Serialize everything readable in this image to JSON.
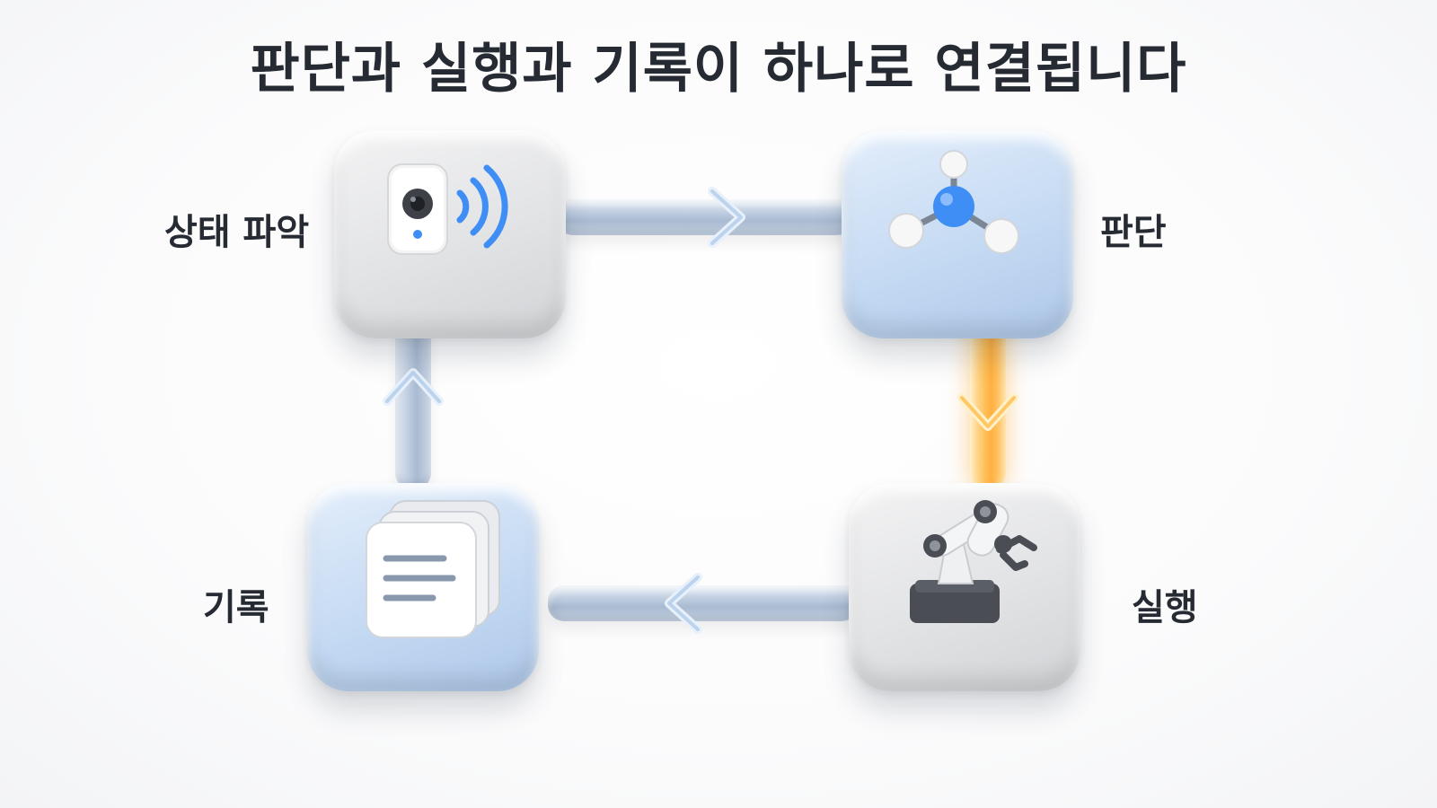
{
  "title": "판단과 실행과 기록이 하나로 연결됩니다",
  "nodes": {
    "sense": {
      "label": "상태 파악",
      "icon": "sensor-camera-icon"
    },
    "decide": {
      "label": "판단",
      "icon": "network-node-icon"
    },
    "act": {
      "label": "실행",
      "icon": "robot-arm-icon"
    },
    "record": {
      "label": "기록",
      "icon": "document-stack-icon"
    }
  },
  "colors": {
    "accent_blue": "#3f8ef5",
    "active_flow": "#ffb03f",
    "pipe": "#b7c7dc"
  }
}
